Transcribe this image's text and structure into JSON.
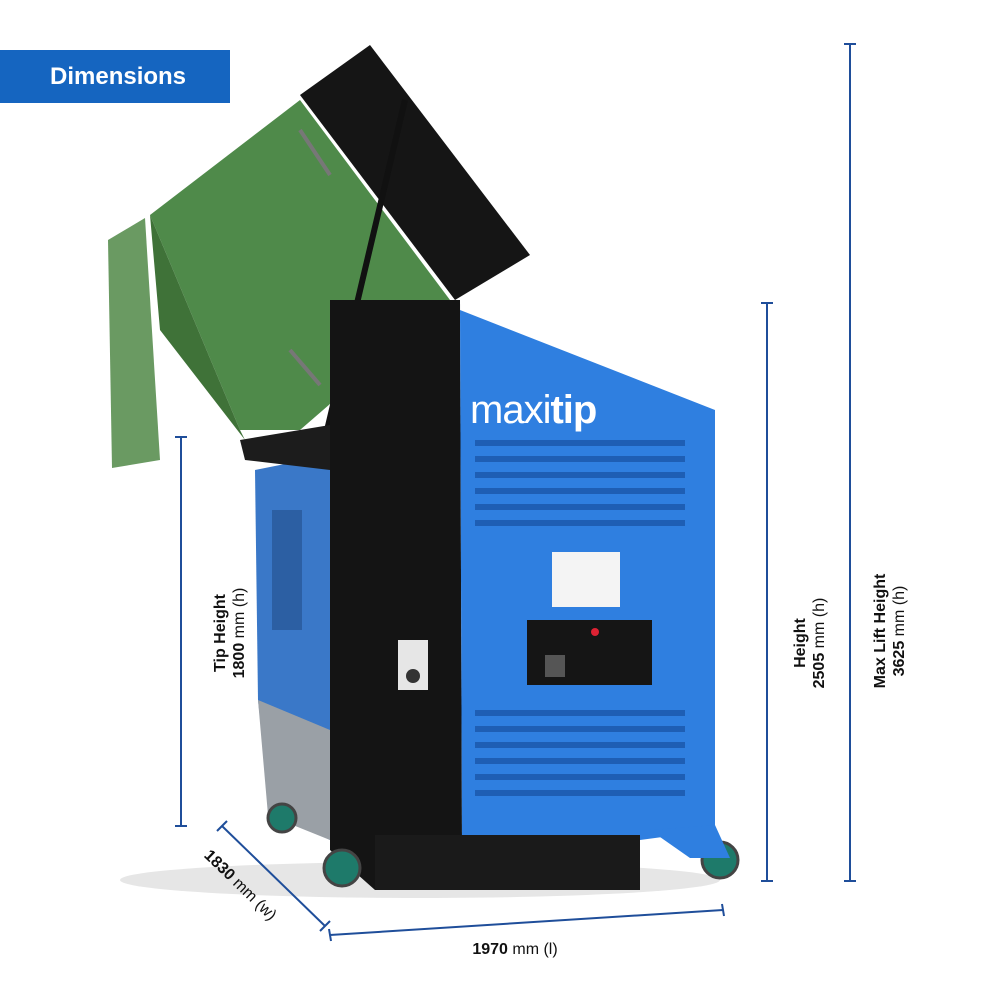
{
  "badge": {
    "label": "Dimensions"
  },
  "product": {
    "brand_prefix": "maxi",
    "brand_suffix": "tip"
  },
  "dimensions": {
    "tip_height": {
      "title": "Tip Height",
      "value": "1800",
      "unit": "mm (h)"
    },
    "height": {
      "title": "Height",
      "value": "2505",
      "unit": "mm (h)"
    },
    "max_lift": {
      "title": "Max Lift Height",
      "value": "3625",
      "unit": "mm (h)"
    },
    "width": {
      "value": "1830",
      "unit": "mm (w)"
    },
    "length": {
      "value": "1970",
      "unit": "mm (l)"
    }
  },
  "colors": {
    "accent": "#1565c0",
    "machine_blue": "#2f7fe0",
    "bin_green": "#4f8a4a",
    "frame_black": "#141414"
  }
}
